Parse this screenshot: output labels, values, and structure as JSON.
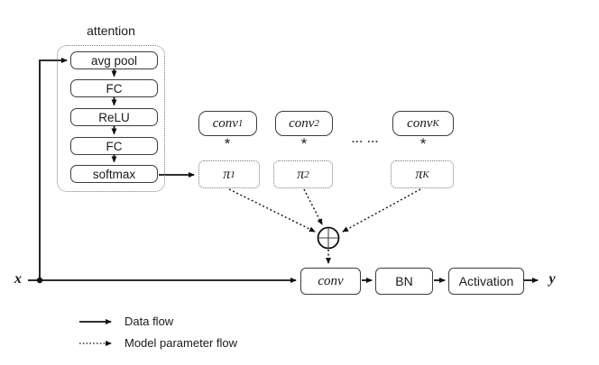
{
  "diagram": {
    "attention": {
      "title": "attention",
      "layers": [
        "avg pool",
        "FC",
        "ReLU",
        "FC",
        "softmax"
      ]
    },
    "kernels": [
      {
        "base": "conv",
        "sub": "1"
      },
      {
        "base": "conv",
        "sub": "2"
      },
      {
        "base": "conv",
        "sub": "K"
      }
    ],
    "weights": [
      {
        "base": "π",
        "sub": "1"
      },
      {
        "base": "π",
        "sub": "2"
      },
      {
        "base": "π",
        "sub": "K"
      }
    ],
    "multiply_symbol": "*",
    "ellipsis": "... ...",
    "sum_icon": "circled-plus",
    "pipeline": {
      "conv": "conv",
      "bn": "BN",
      "activation": "Activation"
    },
    "input_label": "x",
    "output_label": "y",
    "legend": {
      "data_flow": "Data flow",
      "param_flow": "Model parameter flow"
    }
  }
}
